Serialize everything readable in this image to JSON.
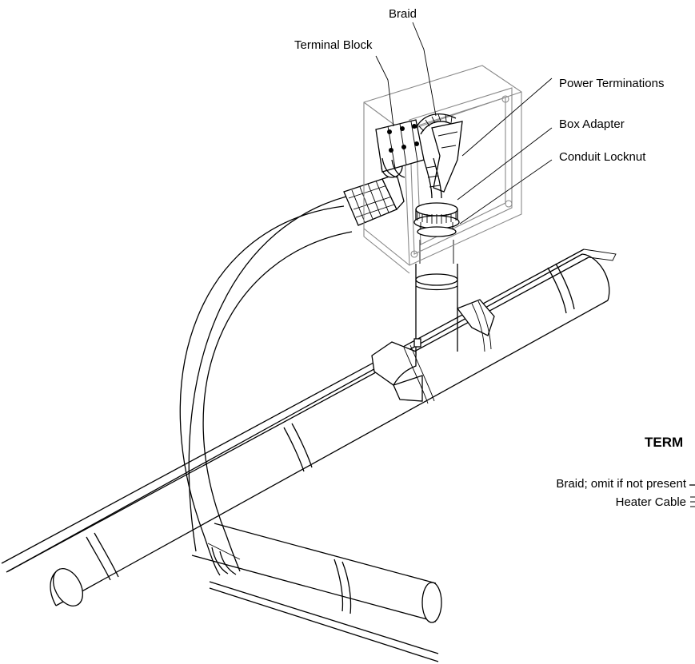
{
  "labels": {
    "braid": "Braid",
    "terminal_block": "Terminal Block",
    "power_terminations": "Power Terminations",
    "box_adapter": "Box Adapter",
    "conduit_locknut": "Conduit Locknut"
  },
  "side_panel": {
    "heading": "TERM",
    "braid_note": "Braid; omit if not present",
    "heater_cable": "Heater Cable"
  },
  "colors": {
    "line": "#000000",
    "box_outline": "#8a8a8a",
    "background": "#ffffff"
  }
}
